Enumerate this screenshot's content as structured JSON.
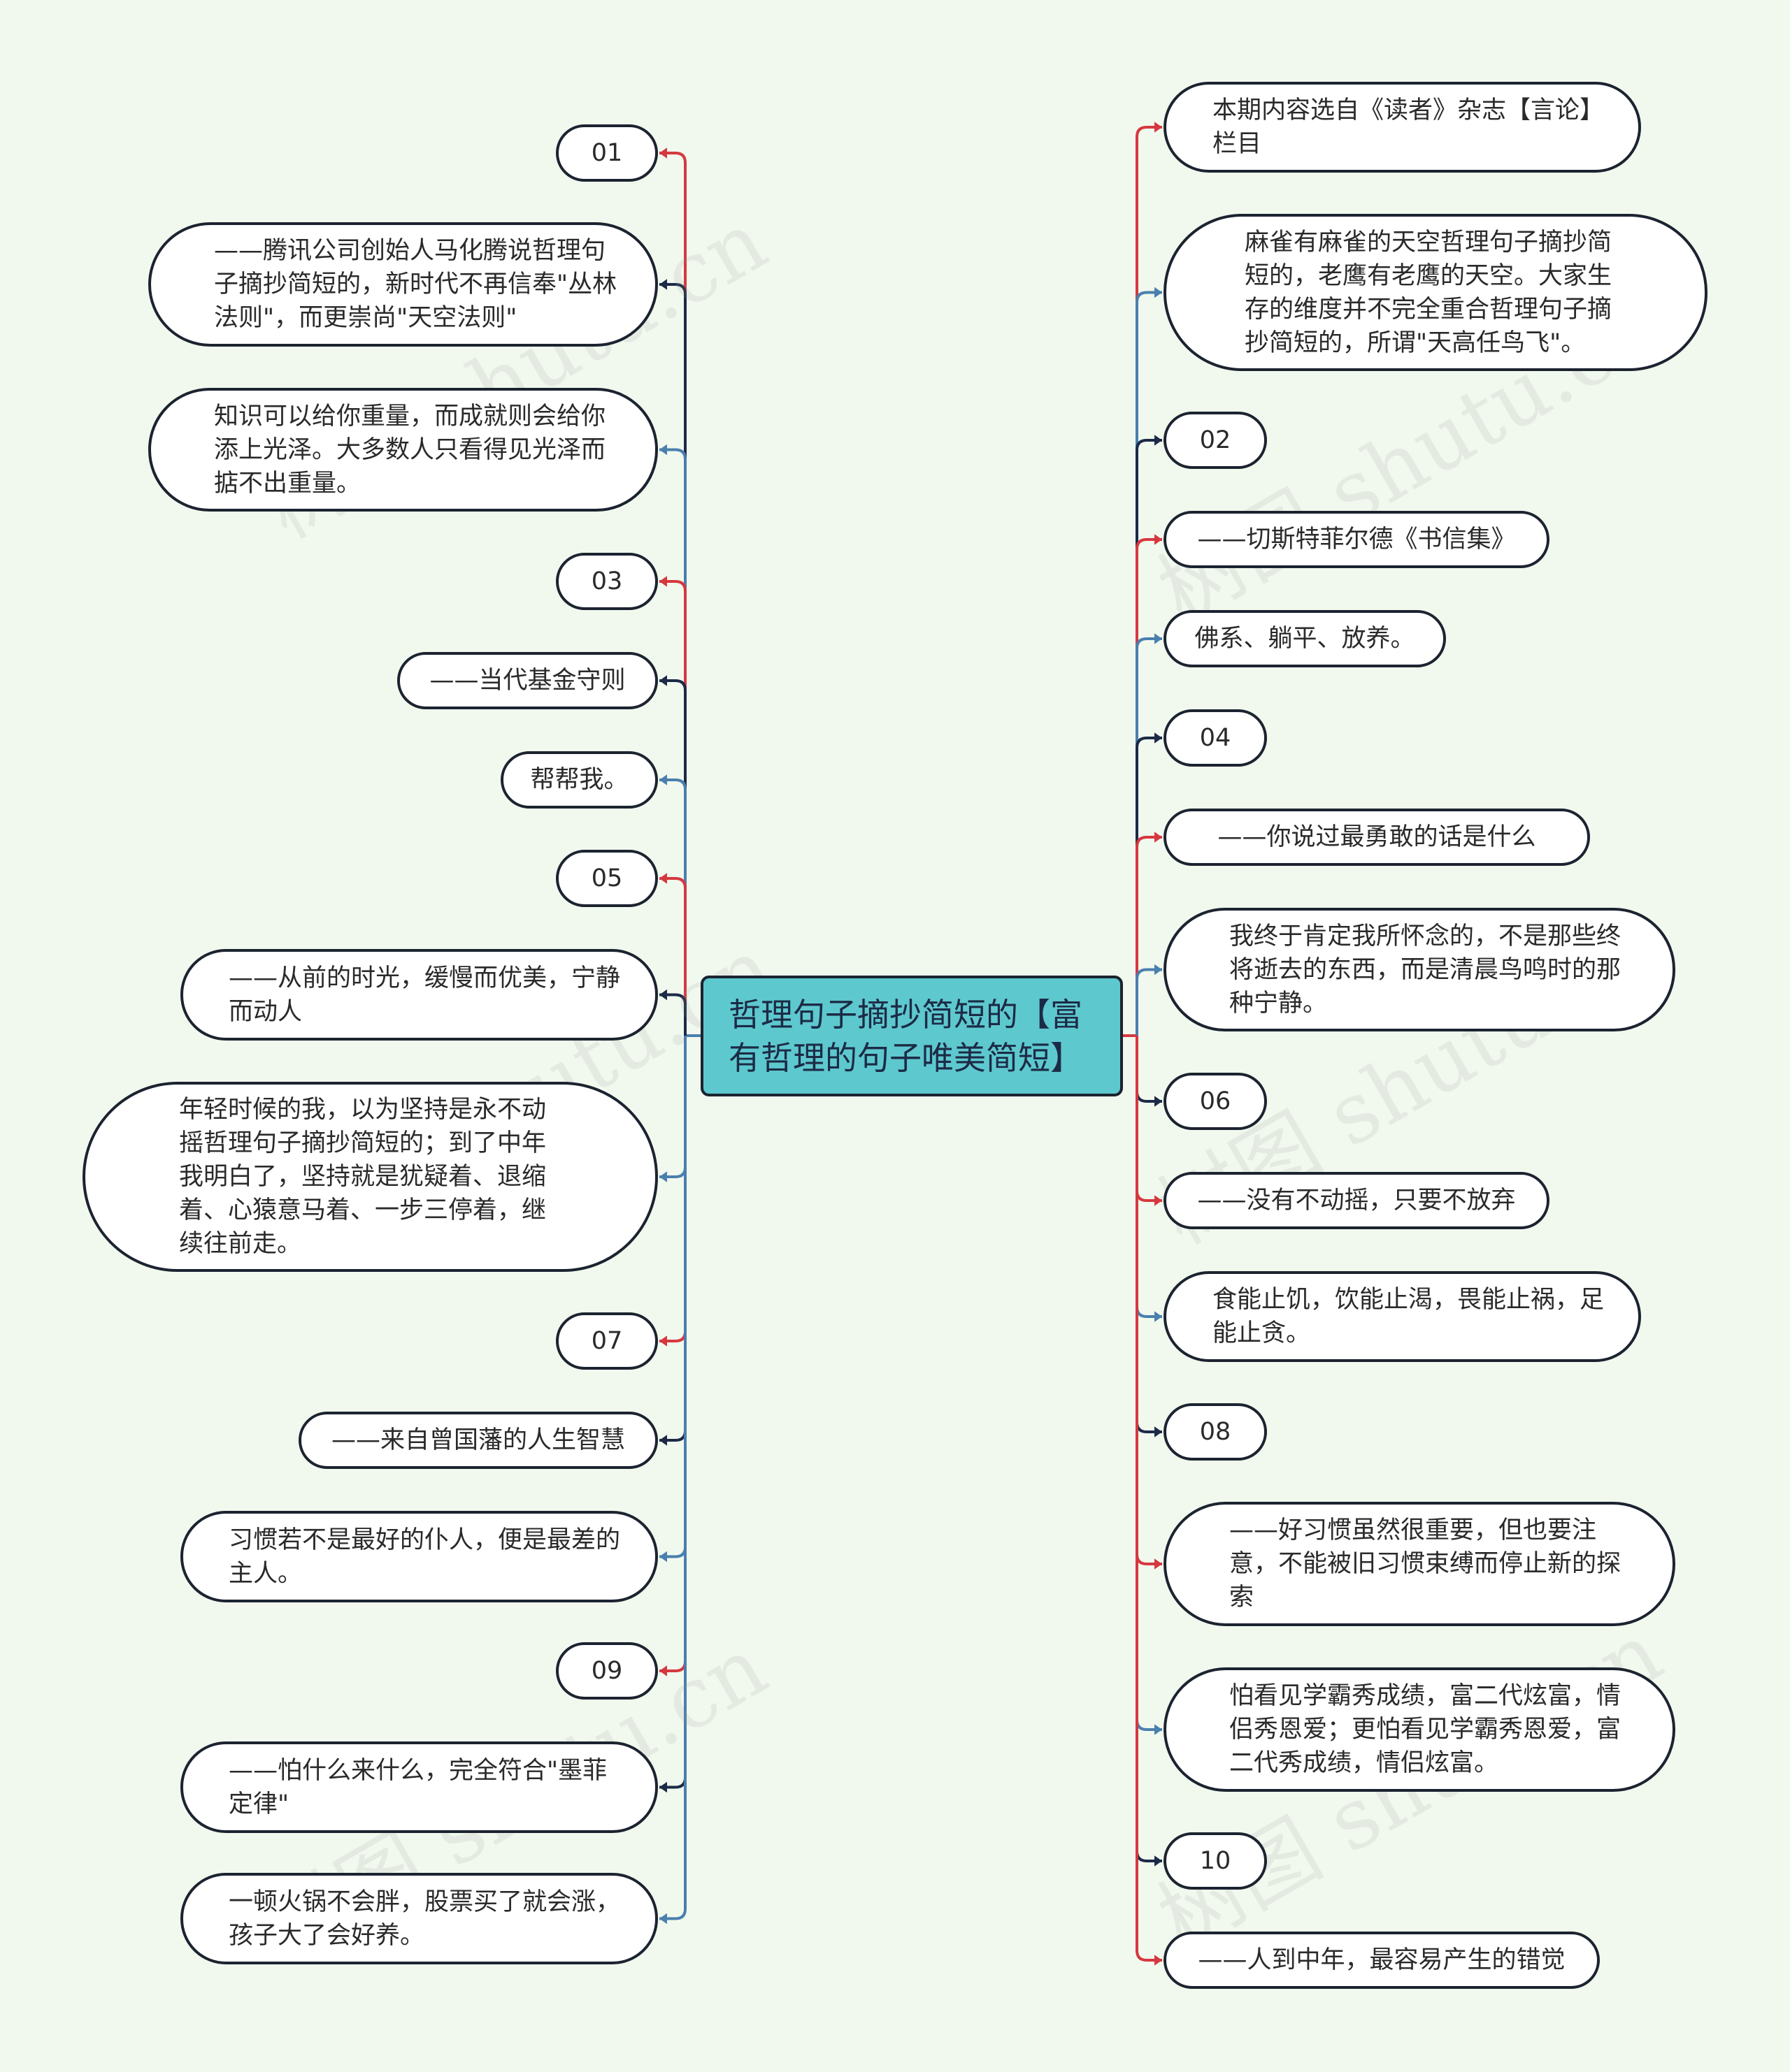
{
  "root": {
    "label": "哲理句子摘抄简短的【富有哲理的句子唯美简短】"
  },
  "colors": {
    "background": "#f1f9ee",
    "root_fill": "#5ec8cf",
    "red": "#d6383f",
    "blue": "#4a7fae",
    "navy": "#1c2a48"
  },
  "left_nodes": [
    {
      "label": "01"
    },
    {
      "label": "——腾讯公司创始人马化腾说哲理句子摘抄简短的，新时代不再信奉\"丛林法则\"，而更崇尚\"天空法则\""
    },
    {
      "label": "知识可以给你重量，而成就则会给你添上光泽。大多数人只看得见光泽而掂不出重量。"
    },
    {
      "label": "03"
    },
    {
      "label": "——当代基金守则"
    },
    {
      "label": "帮帮我。"
    },
    {
      "label": "05"
    },
    {
      "label": "——从前的时光，缓慢而优美，宁静而动人"
    },
    {
      "label": "年轻时候的我，以为坚持是永不动摇哲理句子摘抄简短的；到了中年我明白了，坚持就是犹疑着、退缩着、心猿意马着、一步三停着，继续往前走。"
    },
    {
      "label": "07"
    },
    {
      "label": "——来自曾国藩的人生智慧"
    },
    {
      "label": "习惯若不是最好的仆人，便是最差的主人。"
    },
    {
      "label": "09"
    },
    {
      "label": "——怕什么来什么，完全符合\"墨菲定律\""
    },
    {
      "label": "一顿火锅不会胖，股票买了就会涨，孩子大了会好养。"
    }
  ],
  "right_nodes": [
    {
      "label": "本期内容选自《读者》杂志【言论】栏目"
    },
    {
      "label": "麻雀有麻雀的天空哲理句子摘抄简短的，老鹰有老鹰的天空。大家生存的维度并不完全重合哲理句子摘抄简短的，所谓\"天高任鸟飞\"。"
    },
    {
      "label": "02"
    },
    {
      "label": "——切斯特菲尔德《书信集》"
    },
    {
      "label": "佛系、躺平、放养。"
    },
    {
      "label": "04"
    },
    {
      "label": "——你说过最勇敢的话是什么"
    },
    {
      "label": "我终于肯定我所怀念的，不是那些终将逝去的东西，而是清晨鸟鸣时的那种宁静。"
    },
    {
      "label": "06"
    },
    {
      "label": "——没有不动摇，只要不放弃"
    },
    {
      "label": "食能止饥，饮能止渴，畏能止祸，足能止贪。"
    },
    {
      "label": "08"
    },
    {
      "label": "——好习惯虽然很重要，但也要注意，不能被旧习惯束缚而停止新的探索"
    },
    {
      "label": "怕看见学霸秀成绩，富二代炫富，情侣秀恩爱；更怕看见学霸秀恩爱，富二代秀成绩，情侣炫富。"
    },
    {
      "label": "10"
    },
    {
      "label": "——人到中年，最容易产生的错觉"
    }
  ],
  "watermark": "树图 shutu.cn"
}
